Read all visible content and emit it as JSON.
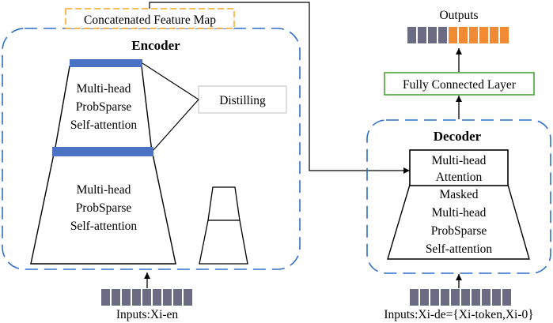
{
  "feature_map_label": "Concatenated Feature Map",
  "encoder": {
    "title": "Encoder",
    "block1_lines": [
      "Multi-head",
      "ProbSparse",
      "Self-attention"
    ],
    "block2_lines": [
      "Multi-head",
      "ProbSparse",
      "Self-attention"
    ],
    "distilling_label": "Distilling",
    "input_label": "Inputs:Xi-en"
  },
  "decoder": {
    "title": "Decoder",
    "attention_lines": [
      "Multi-head",
      "Attention"
    ],
    "masked_lines": [
      "Masked",
      "Multi-head",
      "ProbSparse",
      "Self-attention"
    ],
    "input_label": "Inputs:Xi-de={Xi-token,Xi-0}"
  },
  "fc_label": "Fully Connected Layer",
  "outputs_label": "Outputs",
  "colors": {
    "dashed_border": "#2f6fc7",
    "feature_map_border": "#f5a623",
    "distill_bar": "#4a72c4",
    "fc_border": "#4aa33a",
    "token_gray": "#6b6b84",
    "token_orange": "#f08a33",
    "distilling_border": "#c8c8c8"
  },
  "icons": {
    "input_tokens": "token-sequence",
    "output_tokens": "token-sequence"
  }
}
